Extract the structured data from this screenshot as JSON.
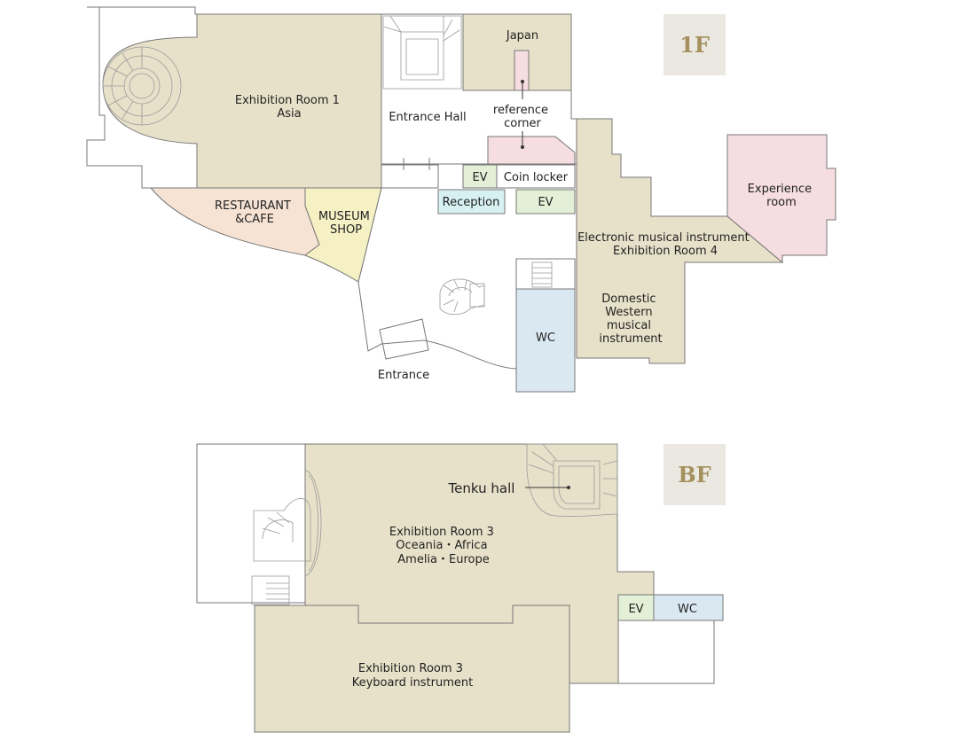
{
  "floors": {
    "first": {
      "badge": "1F"
    },
    "basement": {
      "badge": "BF"
    }
  },
  "colors": {
    "exhibition": "#e8e1c9",
    "restaurant": "#f6e3d4",
    "shop": "#f5f1c5",
    "pink": "#f5dde1",
    "ev": "#e3efd6",
    "reception": "#d7f1f3",
    "wc": "#dae8f2",
    "badge_bg": "#ebe8e1",
    "badge_text": "#a3905c"
  },
  "rooms_1f": {
    "exhibition_room_1": [
      "Exhibition Room 1",
      "Asia"
    ],
    "japan": "Japan",
    "entrance_hall": "Entrance Hall",
    "reference_corner": [
      "reference",
      "corner"
    ],
    "ev_upper": "EV",
    "coin_locker": "Coin locker",
    "reception": "Reception",
    "ev_lower": "EV",
    "restaurant": [
      "RESTAURANT",
      "&CAFE"
    ],
    "museum_shop": [
      "MUSEUM",
      "SHOP"
    ],
    "experience_room": [
      "Experience",
      "room"
    ],
    "exhibition_room_4": [
      "Electronic musical instrument",
      "Exhibition Room 4"
    ],
    "domestic_western": [
      "Domestic",
      "Western",
      "musical",
      "instrument"
    ],
    "wc": "WC",
    "entrance": "Entrance"
  },
  "rooms_bf": {
    "tenku_hall": "Tenku hall",
    "exhibition_room_3_world": [
      "Exhibition Room 3",
      "Oceania・Africa",
      "Amelia・Europe"
    ],
    "exhibition_room_3_keyboard": [
      "Exhibition Room 3",
      "Keyboard instrument"
    ],
    "ev": "EV",
    "wc": "WC"
  }
}
